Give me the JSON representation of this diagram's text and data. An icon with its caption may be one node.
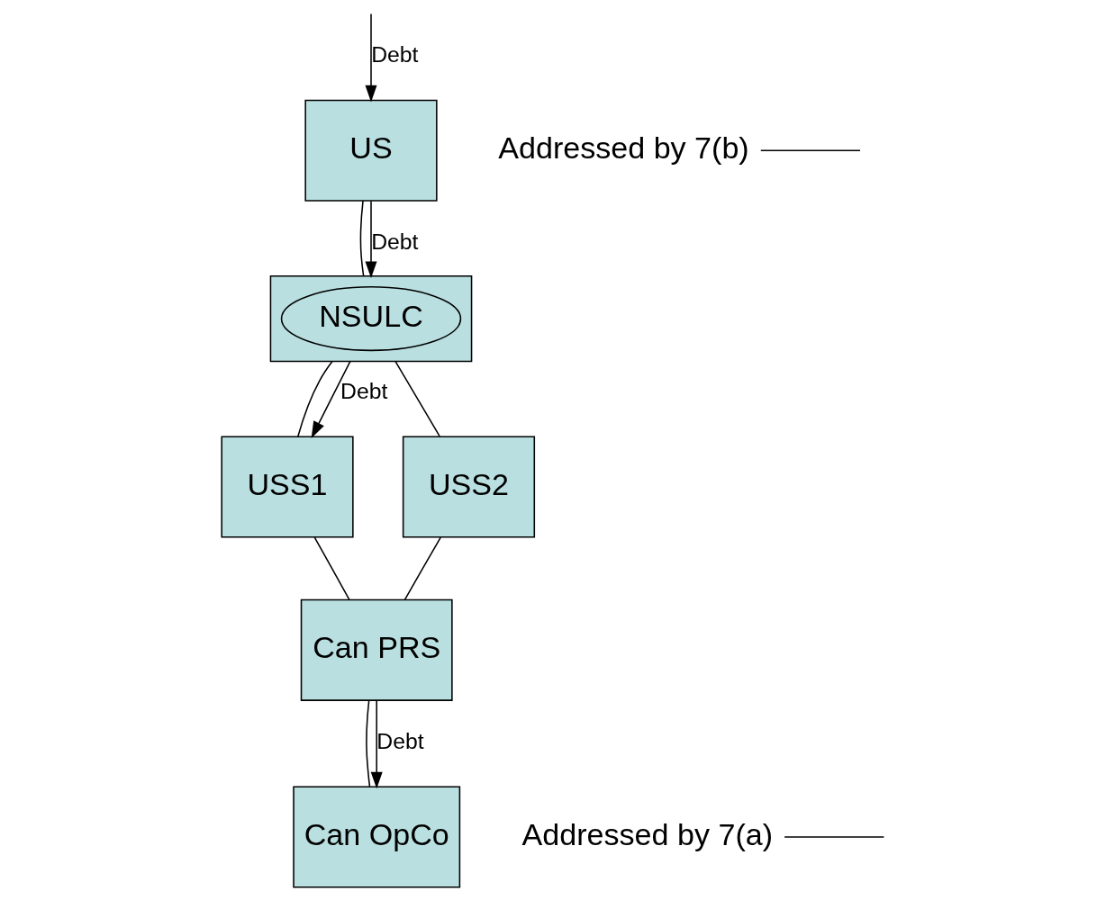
{
  "diagram": {
    "nodes": [
      {
        "text": [
          "US"
        ]
      },
      {
        "text": [],
        "shape": "box"
      },
      {
        "text": [
          "NSULC"
        ],
        "in": 1
      },
      {
        "text": [
          "USS1"
        ]
      },
      {
        "text": [
          "USS2"
        ]
      },
      {
        "text": [
          "Can PRS"
        ]
      },
      {
        "text": [
          "Can OpCo"
        ]
      },
      {
        "text": [
          "Addressed by 7(b)"
        ]
      },
      {
        "text": [
          "Addressed by 7(a)"
        ]
      }
    ],
    "edges": [
      {
        "from": null,
        "to": 0,
        "arrow": "to",
        "label": "Debt"
      },
      {
        "from": 0,
        "to": 1,
        "arrow": "none"
      },
      {
        "from": 0,
        "to": 1,
        "arrow": "to",
        "label": "Debt"
      },
      {
        "from": 7,
        "to": null,
        "arrow": "none"
      },
      {
        "from": 1,
        "to": 3,
        "arrow": "none"
      },
      {
        "from": 1,
        "to": 4,
        "arrow": "none"
      },
      {
        "from": 1,
        "to": 3,
        "arrow": "to",
        "label": "Debt"
      },
      {
        "from": 3,
        "to": 5,
        "arrow": "none"
      },
      {
        "from": 4,
        "to": 5,
        "arrow": "none"
      },
      {
        "from": 5,
        "to": 6,
        "arrow": "none"
      },
      {
        "from": 5,
        "to": 6,
        "arrow": "to",
        "label": "Debt"
      },
      {
        "from": 8,
        "to": null,
        "arrow": "none"
      }
    ]
  }
}
